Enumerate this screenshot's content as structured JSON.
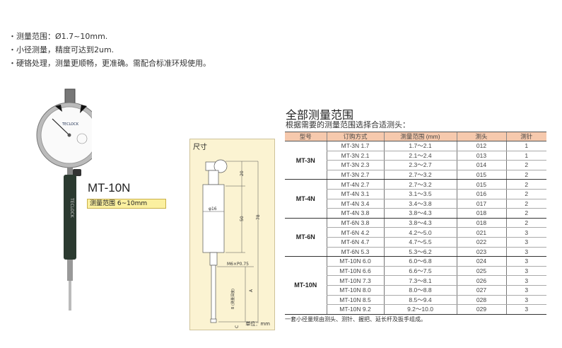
{
  "features": [
    "・测量范围：Ø1.7~10mm.",
    "・小径测量，精度可达到2um.",
    "・硬铬处理，测量更顺畅，更准确。需配合标准环规使用。"
  ],
  "product": {
    "model": "MT-10N",
    "range_label": "测量范围 6~10mm",
    "brand": "TECLOCK"
  },
  "drawing": {
    "title": "尺寸",
    "unit": "单位：mm",
    "dims": [
      "20",
      "50",
      "78",
      "φ16",
      "M6×P0.75",
      "A",
      "B (测量深度)",
      "C"
    ]
  },
  "table": {
    "title": "全部测量范围",
    "subtitle": "根据需要的测量范围选择合适测头：",
    "headers": [
      "型号",
      "订购方式",
      "测量范围 (mm)",
      "测头",
      "测针"
    ],
    "groups": [
      {
        "model": "MT-3N",
        "rows": [
          [
            "MT-3N 1.7",
            "1.7～2.1",
            "012",
            "1"
          ],
          [
            "MT-3N 2.1",
            "2.1～2.4",
            "013",
            "1"
          ],
          [
            "MT-3N 2.3",
            "2.3～2.7",
            "014",
            "2"
          ],
          [
            "MT-3N 2.7",
            "2.7～3.2",
            "015",
            "2"
          ]
        ]
      },
      {
        "model": "MT-4N",
        "rows": [
          [
            "MT-4N 2.7",
            "2.7～3.2",
            "015",
            "2"
          ],
          [
            "MT-4N 3.1",
            "3.1～3.5",
            "016",
            "2"
          ],
          [
            "MT-4N 3.4",
            "3.4～3.8",
            "017",
            "2"
          ],
          [
            "MT-4N 3.8",
            "3.8～4.3",
            "018",
            "2"
          ]
        ]
      },
      {
        "model": "MT-6N",
        "rows": [
          [
            "MT-6N 3.8",
            "3.8～4.3",
            "018",
            "2"
          ],
          [
            "MT-6N 4.2",
            "4.2～5.0",
            "021",
            "3"
          ],
          [
            "MT-6N 4.7",
            "4.7～5.5",
            "022",
            "3"
          ],
          [
            "MT-6N 5.3",
            "5.3～6.2",
            "023",
            "3"
          ]
        ]
      },
      {
        "model": "MT-10N",
        "rows": [
          [
            "MT-10N 6.0",
            "6.0～6.8",
            "024",
            "3"
          ],
          [
            "MT-10N 6.6",
            "6.6～7.5",
            "025",
            "3"
          ],
          [
            "MT-10N 7.3",
            "7.3～8.1",
            "026",
            "3"
          ],
          [
            "MT-10N 8.0",
            "8.0～8.8",
            "027",
            "3"
          ],
          [
            "MT-10N 8.5",
            "8.5～9.4",
            "028",
            "3"
          ],
          [
            "MT-10N 9.2",
            "9.2～10.0",
            "029",
            "3"
          ]
        ]
      }
    ],
    "note": "一套小径量规由测头、测针、握把、延长杆及扳手组成。"
  },
  "colors": {
    "header_bg": "#f6c9ad",
    "label_bg": "#fbf0a0",
    "drawing_bg": "#fbf3d2"
  }
}
